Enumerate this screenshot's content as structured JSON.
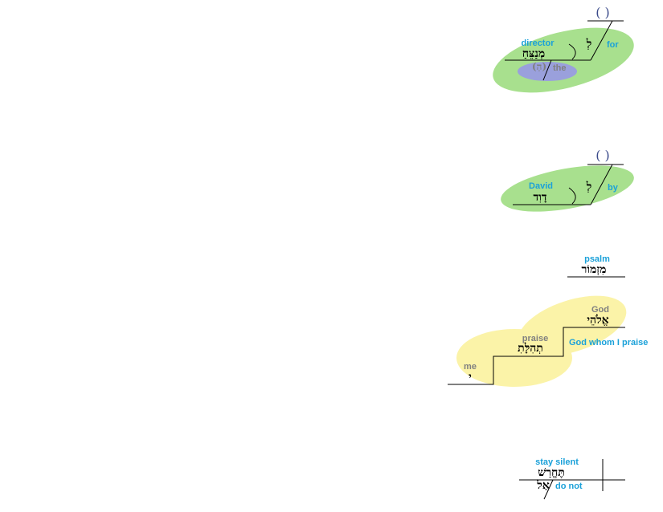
{
  "colors": {
    "line": "#000000",
    "gloss": "#1ba1d9",
    "gloss_gray": "#808080",
    "hebrew": "#000000",
    "paren": "#3a4a8a",
    "green_fill": "#a8e08e",
    "blue_fill": "#9aa0dc",
    "yellow_fill": "#fbf3a8"
  },
  "blocks": {
    "for_director": {
      "paren": "( )",
      "preposition_heb": "לְ",
      "preposition_gloss": "for",
      "object_heb": "מְנַצֵּחַ",
      "object_gloss": "director",
      "article_heb": "(הַ)",
      "article_gloss": "the"
    },
    "by_david": {
      "paren": "( )",
      "preposition_heb": "לְ",
      "preposition_gloss": "by",
      "object_heb": "דָוִד",
      "object_gloss": "David"
    },
    "psalm": {
      "heb": "מִזְמוֹר",
      "gloss": "psalm"
    },
    "god_whom_i_praise": {
      "note": "God whom I praise",
      "god_heb": "אֱלֹהֵי",
      "god_gloss": "God",
      "praise_heb": "תְהִלָּתִ",
      "praise_gloss": "praise",
      "me_heb": "י",
      "me_gloss": "me"
    },
    "do_not_stay_silent": {
      "verb_heb": "תֶּחֱרַשׁ",
      "verb_gloss": "stay silent",
      "neg_heb": "אַל",
      "neg_gloss": "do not"
    }
  }
}
